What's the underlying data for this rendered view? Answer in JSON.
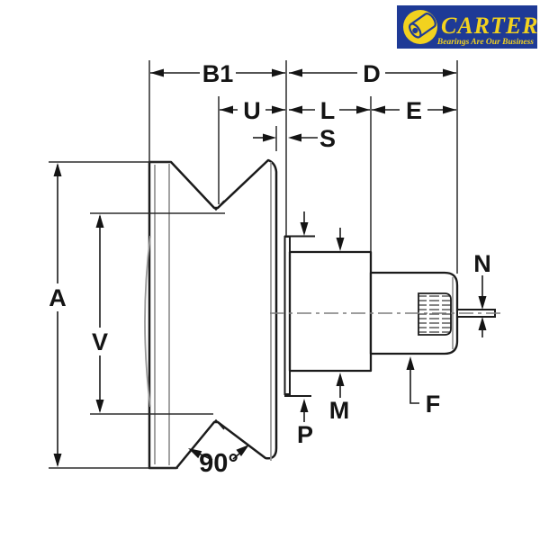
{
  "page": {
    "background": "#ffffff"
  },
  "logo": {
    "brand": "CARTER",
    "tagline": "Bearings Are Our Business",
    "colors": {
      "background": "#1e3a96",
      "accent": "#f2d21f"
    }
  },
  "diagram": {
    "type": "engineering dimension drawing",
    "subject": "V-groove roller with stud - side cross-section",
    "labels": {
      "b1": "B1",
      "d": "D",
      "u": "U",
      "l": "L",
      "e": "E",
      "s": "S",
      "a": "A",
      "v": "V",
      "n": "N",
      "m": "M",
      "p": "P",
      "f": "F",
      "angle": "90°"
    }
  }
}
